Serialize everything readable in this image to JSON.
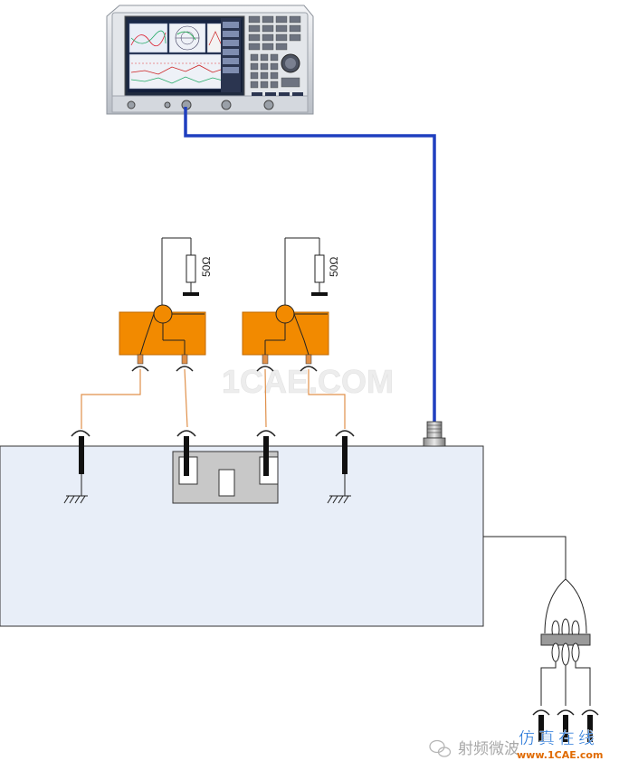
{
  "resistor_labels": [
    "50Ω",
    "50Ω"
  ],
  "watermark": "1CAE.COM",
  "footer": {
    "wechat_text": "射频微波",
    "badge_top": "仿真在线",
    "badge_bottom": "www.1CAE.com"
  },
  "colors": {
    "board_fill": "#e8eef8",
    "instrument_cable": "#1f3fbf",
    "probe_wire": "#e0904a",
    "balun_fill": "#f28a00",
    "fixture_fill": "#c8c8c8",
    "badge_blue": "#1a6fd6"
  }
}
